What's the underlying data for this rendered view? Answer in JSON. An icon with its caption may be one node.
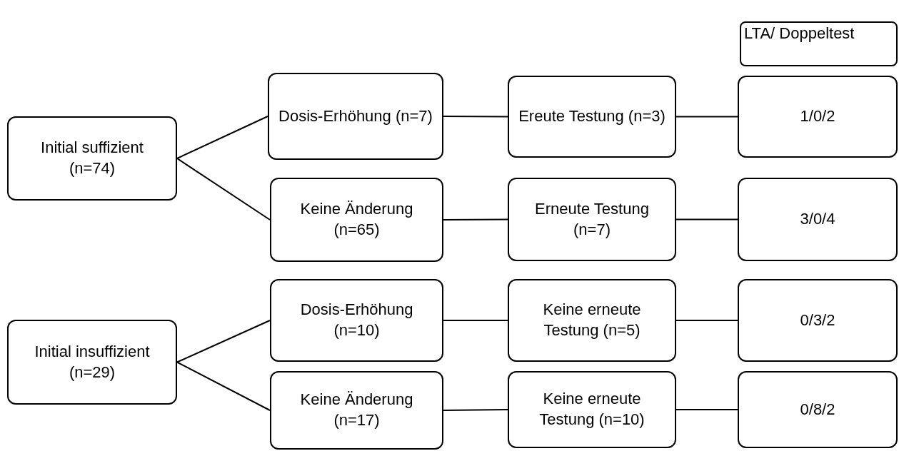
{
  "diagram": {
    "nodes": [
      {
        "text": [
          "LTA/ Doppeltest"
        ]
      },
      {
        "text": [
          "Initial suffizient (n=74)"
        ]
      },
      {
        "text": [
          "Dosis-Erhöhung (n=7)"
        ]
      },
      {
        "text": [
          "Ereute Testung (n=3)"
        ]
      },
      {
        "text": [
          "1/0/2"
        ]
      },
      {
        "text": [
          "Keine Änderung (n=65)"
        ]
      },
      {
        "text": [
          "Erneute Testung (n=7)"
        ]
      },
      {
        "text": [
          "3/0/4"
        ]
      },
      {
        "text": [
          "Initial insuffizient (n=29)"
        ]
      },
      {
        "text": [
          "Dosis-Erhöhung (n=10)"
        ]
      },
      {
        "text": [
          "Keine erneute Testung (n=5)"
        ]
      },
      {
        "text": [
          "0/3/2"
        ]
      },
      {
        "text": [
          "Keine Änderung (n=17)"
        ]
      },
      {
        "text": [
          "Keine erneute Testung (n=10)"
        ]
      },
      {
        "text": [
          "0/8/2"
        ]
      }
    ],
    "edges": [
      {
        "from": 1,
        "to": 2,
        "arrow": "none"
      },
      {
        "from": 1,
        "to": 5,
        "arrow": "none"
      },
      {
        "from": 2,
        "to": 3,
        "arrow": "none"
      },
      {
        "from": 3,
        "to": 4,
        "arrow": "none"
      },
      {
        "from": 5,
        "to": 6,
        "arrow": "none"
      },
      {
        "from": 6,
        "to": 7,
        "arrow": "none"
      },
      {
        "from": 8,
        "to": 9,
        "arrow": "none"
      },
      {
        "from": 8,
        "to": 12,
        "arrow": "none"
      },
      {
        "from": 9,
        "to": 10,
        "arrow": "none"
      },
      {
        "from": 10,
        "to": 11,
        "arrow": "none"
      },
      {
        "from": 12,
        "to": 13,
        "arrow": "none"
      },
      {
        "from": 13,
        "to": 14,
        "arrow": "none"
      }
    ]
  }
}
